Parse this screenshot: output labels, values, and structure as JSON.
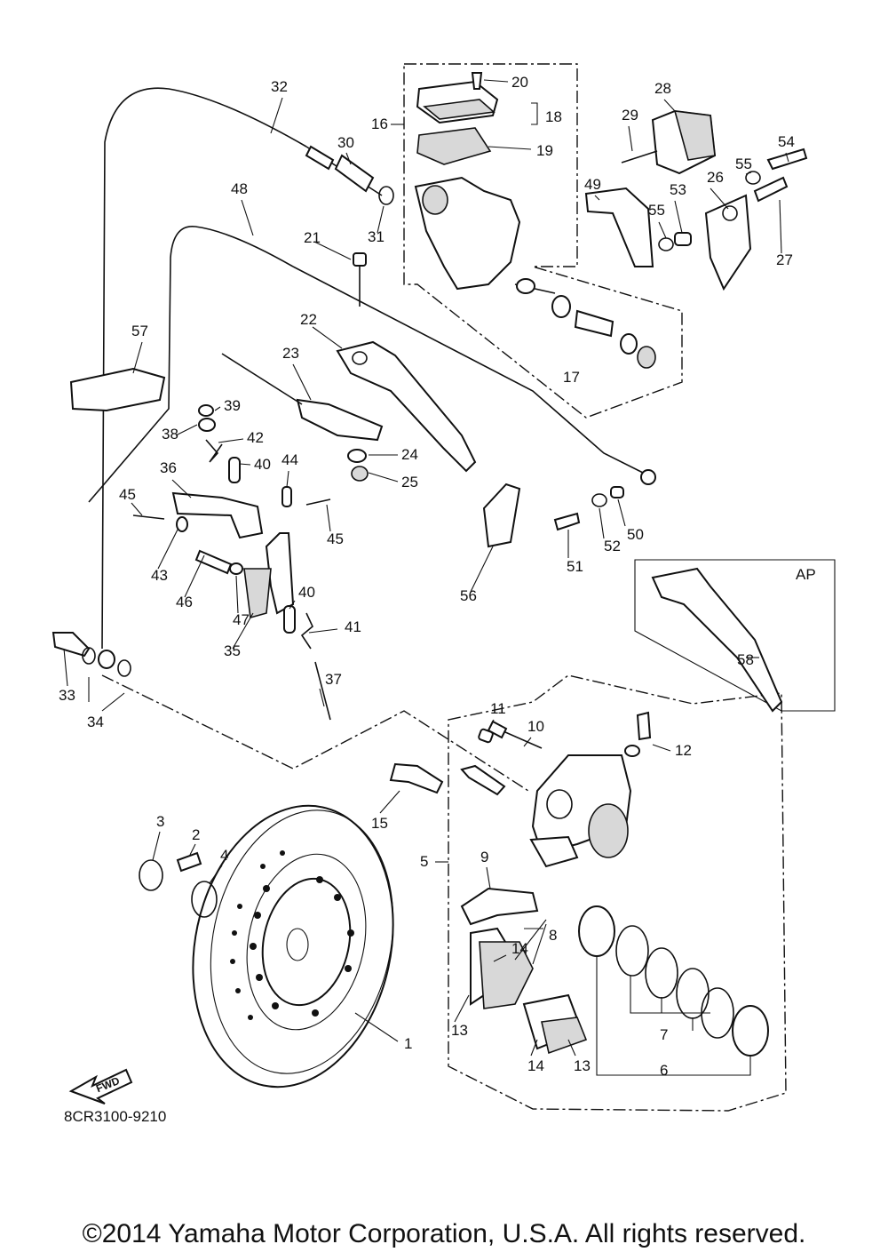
{
  "diagram": {
    "part_numbers": [
      "1",
      "2",
      "3",
      "4",
      "5",
      "6",
      "7",
      "8",
      "9",
      "10",
      "11",
      "12",
      "13",
      "13",
      "14",
      "14",
      "15",
      "16",
      "17",
      "18",
      "19",
      "20",
      "21",
      "22",
      "23",
      "24",
      "25",
      "26",
      "27",
      "28",
      "29",
      "30",
      "31",
      "32",
      "33",
      "34",
      "35",
      "36",
      "37",
      "38",
      "39",
      "40",
      "40",
      "41",
      "42",
      "43",
      "44",
      "45",
      "45",
      "46",
      "47",
      "48",
      "49",
      "50",
      "51",
      "52",
      "53",
      "54",
      "55",
      "55",
      "56",
      "57",
      "58"
    ],
    "inset_label": "AP",
    "fwd_label": "FWD",
    "drawing_code": "8CR3100-9210"
  },
  "footer": {
    "copyright": "©2014 Yamaha Motor Corporation, U.S.A. All rights reserved."
  }
}
